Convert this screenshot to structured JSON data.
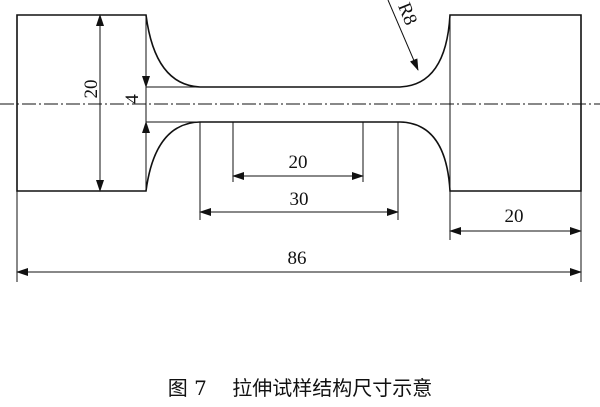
{
  "drawing": {
    "dimensions": {
      "overall_length": "86",
      "grip_width": "20",
      "gauge_width": "4",
      "fillet_radius": "R8",
      "gauge_mark_length": "20",
      "parallel_length": "30",
      "grip_length": "20"
    }
  },
  "caption": "图 7    拉伸试样结构尺寸示意"
}
